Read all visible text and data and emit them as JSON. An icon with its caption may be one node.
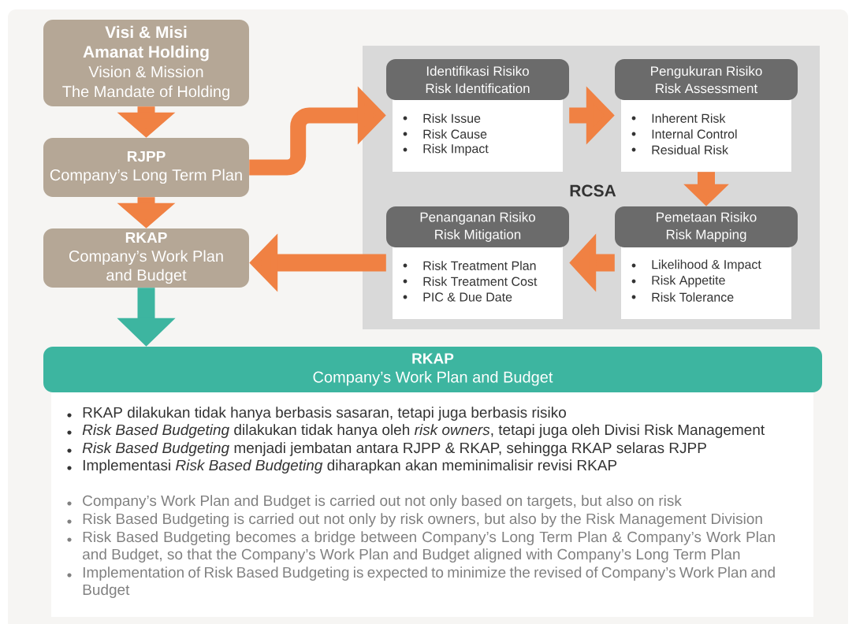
{
  "diagram": {
    "nodes": [
      {
        "text": [
          "Visi & Misi",
          "Amanat Holding",
          "Vision & Mission",
          "The Mandate of Holding"
        ]
      },
      {
        "text": [
          "RJPP",
          "Company’s Long Term Plan"
        ]
      },
      {
        "text": [
          "RKAP",
          "Company’s Work Plan and Budget"
        ]
      },
      {
        "text": [
          "RCSA"
        ]
      },
      {
        "text": [
          "Identifikasi Risiko",
          "Risk Identification",
          "Risk Issue",
          "Risk Cause",
          "Risk Impact"
        ],
        "in": 3
      },
      {
        "text": [
          "Pengukuran Risiko",
          "Risk Assessment",
          "Inherent Risk",
          "Internal Control",
          "Residual Risk"
        ],
        "in": 3
      },
      {
        "text": [
          "Pemetaan Risiko",
          "Risk Mapping",
          "Likelihood & Impact",
          "Risk Appetite",
          "Risk Tolerance"
        ],
        "in": 3
      },
      {
        "text": [
          "Penanganan Risiko",
          "Risk Mitigation",
          "Risk Treatment Plan",
          "Risk Treatment Cost",
          "PIC & Due Date"
        ],
        "in": 3
      },
      {
        "text": [
          "RKAP",
          "Company’s Work Plan and Budget"
        ]
      }
    ],
    "edges": [
      {
        "from": 0,
        "to": 1,
        "arrow": "to"
      },
      {
        "from": 1,
        "to": 2,
        "arrow": "to"
      },
      {
        "from": 1,
        "to": 4,
        "arrow": "to"
      },
      {
        "from": 4,
        "to": 5,
        "arrow": "to"
      },
      {
        "from": 5,
        "to": 6,
        "arrow": "to"
      },
      {
        "from": 6,
        "to": 7,
        "arrow": "to"
      },
      {
        "from": 7,
        "to": 2,
        "arrow": "to"
      },
      {
        "from": 2,
        "to": 8,
        "arrow": "to",
        "color": "#3db5a0"
      }
    ],
    "labels": [
      "RKAP dilakukan tidak hanya berbasis sasaran, tetapi juga berbasis risiko",
      "*Risk Based Budgeting* dilakukan tidak hanya oleh *risk owners*, tetapi juga oleh Divisi Risk Management",
      "*Risk Based Budgeting* menjadi jembatan antara RJPP & RKAP, sehingga RKAP selaras RJPP",
      "Implementasi *Risk Based Budgeting* diharapkan akan meminimalisir revisi RKAP",
      "Company’s Work Plan and Budget is carried out not only based on targets, but also on risk",
      "Risk Based Budgeting is carried out not only by risk owners, but also by the Risk Management Division",
      "Risk Based Budgeting becomes a bridge between Company’s Long Term Plan & Company’s Work Plan and Budget, so that the Company’s Work Plan and Budget aligned with Company’s Long Term Plan",
      "Implementation of Risk Based Budgeting is expected to minimize the revised of Company’s Work Plan and Budget"
    ]
  }
}
